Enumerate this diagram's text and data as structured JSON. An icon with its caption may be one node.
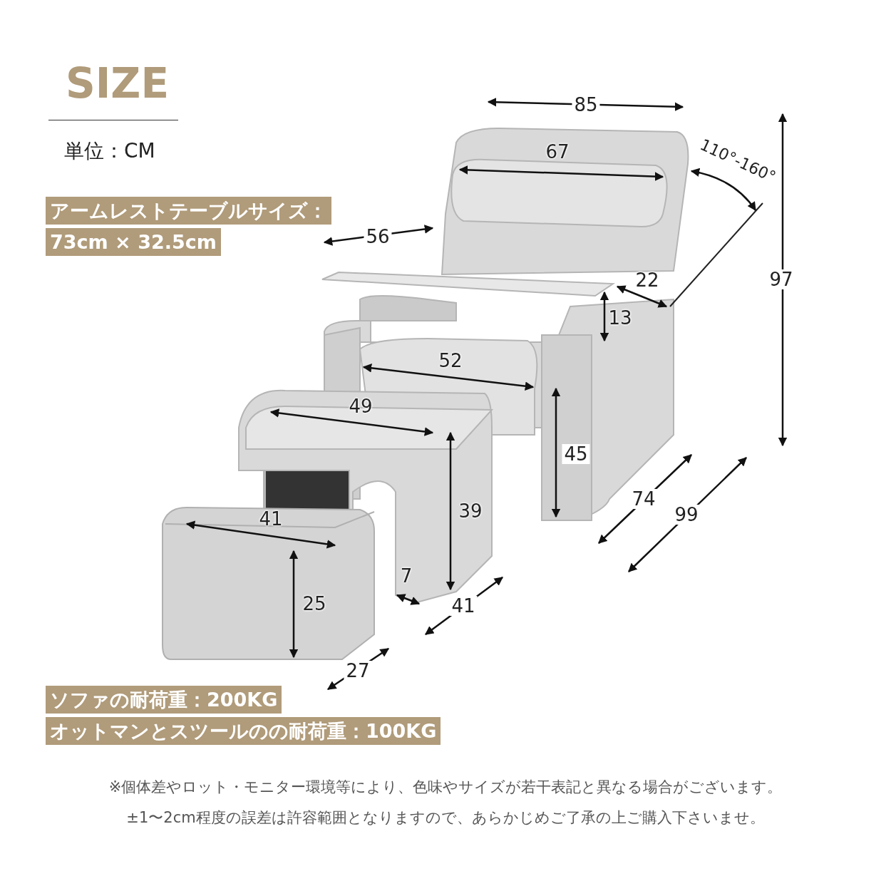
{
  "diagram": {
    "title": "SIZE",
    "labels": [
      "単位：CM",
      "アームレストテーブルサイズ：",
      "73cm × 32.5cm",
      "85",
      "67",
      "110°-160°",
      "56",
      "97",
      "22",
      "13",
      "52",
      "49",
      "45",
      "74",
      "99",
      "39",
      "41",
      "7",
      "41",
      "25",
      "27",
      "ソファの耐荷重：200KG",
      "オットマンとスツールのの耐荷重：100KG",
      "※個体差やロット・モニター環境等により、色味やサイズが若干表記と異なる場合がございます。",
      "±1〜2cm程度の誤差は許容範囲となりますので、あらかじめご了承の上ご購入下さいませ。"
    ]
  }
}
